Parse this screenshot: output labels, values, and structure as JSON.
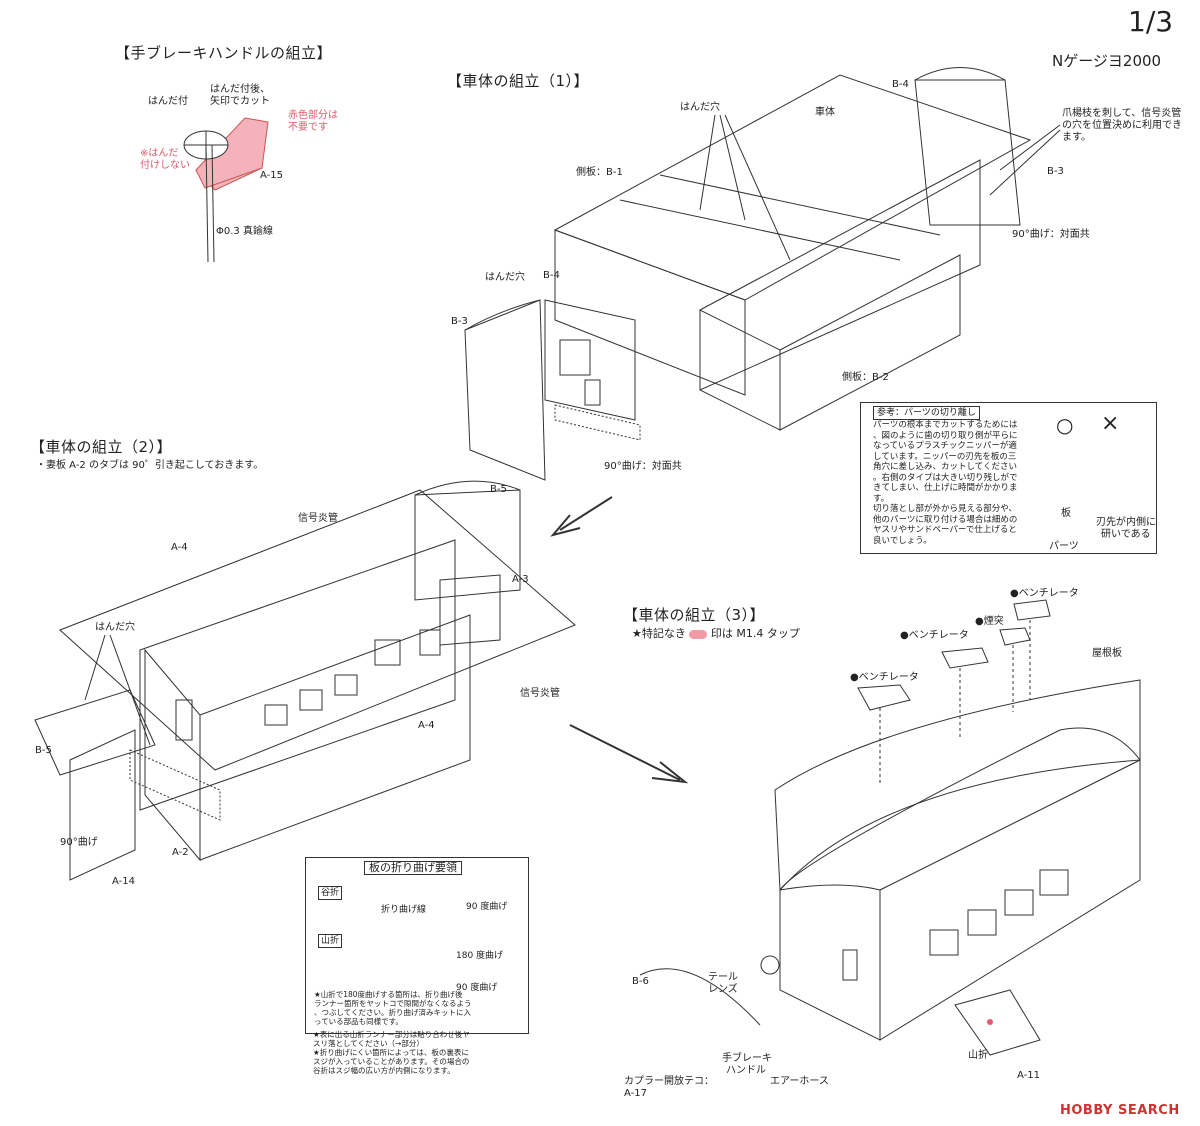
{
  "page": {
    "number": "1/3",
    "product": "Nゲージヨ2000"
  },
  "sections": {
    "brake_title": "【手ブレーキハンドルの組立】",
    "body1_title": "【車体の組立（1）】",
    "body2_title": "【車体の組立（2）】",
    "body2_note": "・妻板 A-2 のタブは 90゜引き起こしておきます。",
    "body3_title": "【車体の組立（3）】",
    "body3_note": "★特記なき",
    "body3_note2": "印は M1.4 タップ"
  },
  "brake": {
    "solder": "はんだ付",
    "after": "はんだ付後、",
    "cut": "矢印でカット",
    "red1": "赤色部分は",
    "red2": "不要です",
    "nosolder1": "※はんだ",
    "nosolder2": "付けしない",
    "part": "A-15",
    "wire": "Φ0.3 真鍮線"
  },
  "body1": {
    "holes": "はんだ穴",
    "body": "車体",
    "b4": "B-4",
    "b3": "B-3",
    "side1": "側板：B-1",
    "side2": "側板：B-2",
    "note1": "爪楊枝を刺して、信号炎管",
    "note2": "の穴を位置決めに利用でき",
    "note3": "ます。",
    "bend": "90°曲げ：対面共",
    "holes2": "はんだ穴",
    "b4b": "B-4",
    "b3b": "B-3",
    "bend2": "90°曲げ：対面共"
  },
  "reference": {
    "title": "参考：パーツの切り離し",
    "lines": [
      "パーツの根本までカットするためには",
      "、図のように歯の切り取り側が平らに",
      "なっているプラスチックニッパーが適",
      "しています。ニッパーの刃先を板の三",
      "角穴に差し込み、カットしてください",
      "。右側のタイプは大きい切り残しがで",
      "きてしまい、仕上げに時間がかかりま",
      "す。",
      "切り落とし部が外から見える部分や、",
      "他のパーツに取り付ける場合は細めの",
      "ヤスリやサンドペーパーで仕上げると",
      "良いでしょう。"
    ],
    "ok": "○",
    "ng": "×",
    "plate": "板",
    "parts": "パーツ",
    "blade1": "刃先が内側に",
    "blade2": "研いである"
  },
  "body2": {
    "a4": "A-4",
    "a4b": "A-4",
    "b5": "B-5",
    "b5b": "B-5",
    "a3": "A-3",
    "a2": "A-2",
    "a14": "A-14",
    "signal": "信号炎管",
    "signal2": "信号炎管",
    "holes": "はんだ穴",
    "bend": "90°曲げ"
  },
  "fold": {
    "title": "板の折り曲げ要領",
    "valley": "谷折",
    "mountain": "山折",
    "line": "折り曲げ線",
    "d90": "90 度曲げ",
    "d180": "180 度曲げ",
    "d90b": "90 度曲げ",
    "notes": [
      "★山折で180度曲げする箇所は、折り曲げ後",
      "ランナー箇所をヤットコで隙間がなくなるよう",
      "、つぶしてください。折り曲げ済みキットに入",
      "っている部品も同様です。",
      "★表に出る山折ランナー部分は貼り合わせ後ヤ",
      "スリ落としてください（→部分）",
      "★折り曲げにくい箇所によっては、板の裏表に",
      "スジが入っていることがあります。その場合の",
      "谷折はスジ幅の広い方が内側になります。"
    ]
  },
  "body3": {
    "vent1": "●ベンチレータ",
    "vent2": "●ベンチレータ",
    "vent3": "●ベンチレータ",
    "chimney": "●煙突",
    "roof": "屋根板",
    "b6": "B-6",
    "tail1": "テール",
    "tail2": "レンズ",
    "brake1": "手ブレーキ",
    "brake2": "ハンドル",
    "hose": "エアーホース",
    "coupler": "カプラー開放テコ：",
    "a17": "A-17",
    "mountain": "山折",
    "a11": "A-11"
  },
  "watermark": "HOBBY SEARCH",
  "colors": {
    "accent_red": "#e05a6a",
    "line": "#333333"
  }
}
